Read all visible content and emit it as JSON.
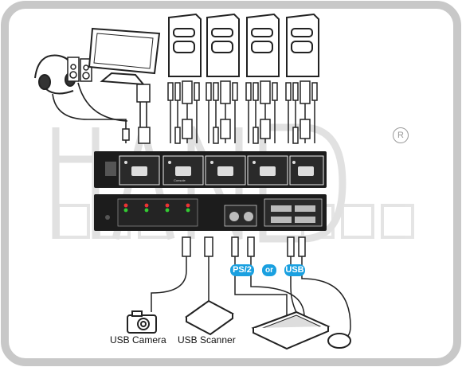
{
  "labels": {
    "usb_camera": "USB Camera",
    "usb_scanner": "USB Scanner",
    "ps2": "PS/2",
    "or": "or",
    "usb": "USB",
    "registered": "R",
    "console": "Console",
    "usb_port": "USB"
  },
  "colors": {
    "badge_blue": "#1aa0e0",
    "panel_dark": "#1c1c1c",
    "frame_grey": "#c8c8c8",
    "cable": "#222222",
    "watermark": "#d9d9d9"
  }
}
